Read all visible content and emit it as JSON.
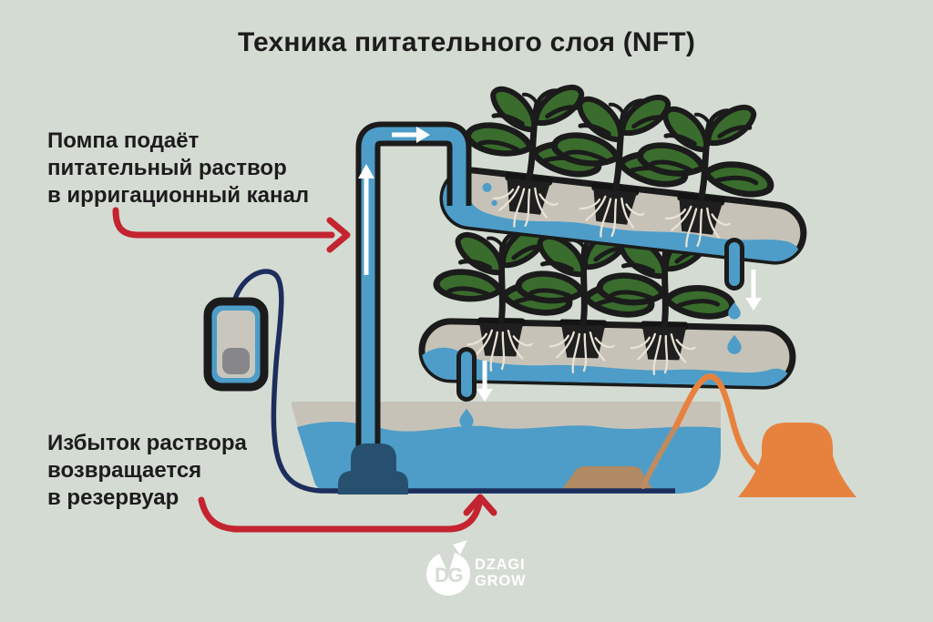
{
  "title": "Техника питательного слоя (NFT)",
  "annotations": {
    "pump_label": "Помпа подаёт\nпитательный раствор\nв ирригационный канал",
    "return_label": "Избыток раствора\nвозвращается\nв резервуар"
  },
  "logo": {
    "monogram": "DG",
    "line1": "DZAGI",
    "line2": "GROW"
  },
  "colors": {
    "bg": "#d4dbd2",
    "ink": "#1b1b1b",
    "water": "#4d9dc8",
    "channel": "#c6c2b8",
    "pump": "#27506f",
    "cable": "#1d2d5c",
    "orange": "#e7823e",
    "tube_wet": "#c08b61",
    "stone": "#b08a63",
    "leaf": "#3a6c2d",
    "red": "#c3242f",
    "white": "#ffffff",
    "device_face": "#c9c6bd",
    "device_button": "#87878a",
    "text": "#1c1c1c",
    "root": "#e9e3d6"
  }
}
